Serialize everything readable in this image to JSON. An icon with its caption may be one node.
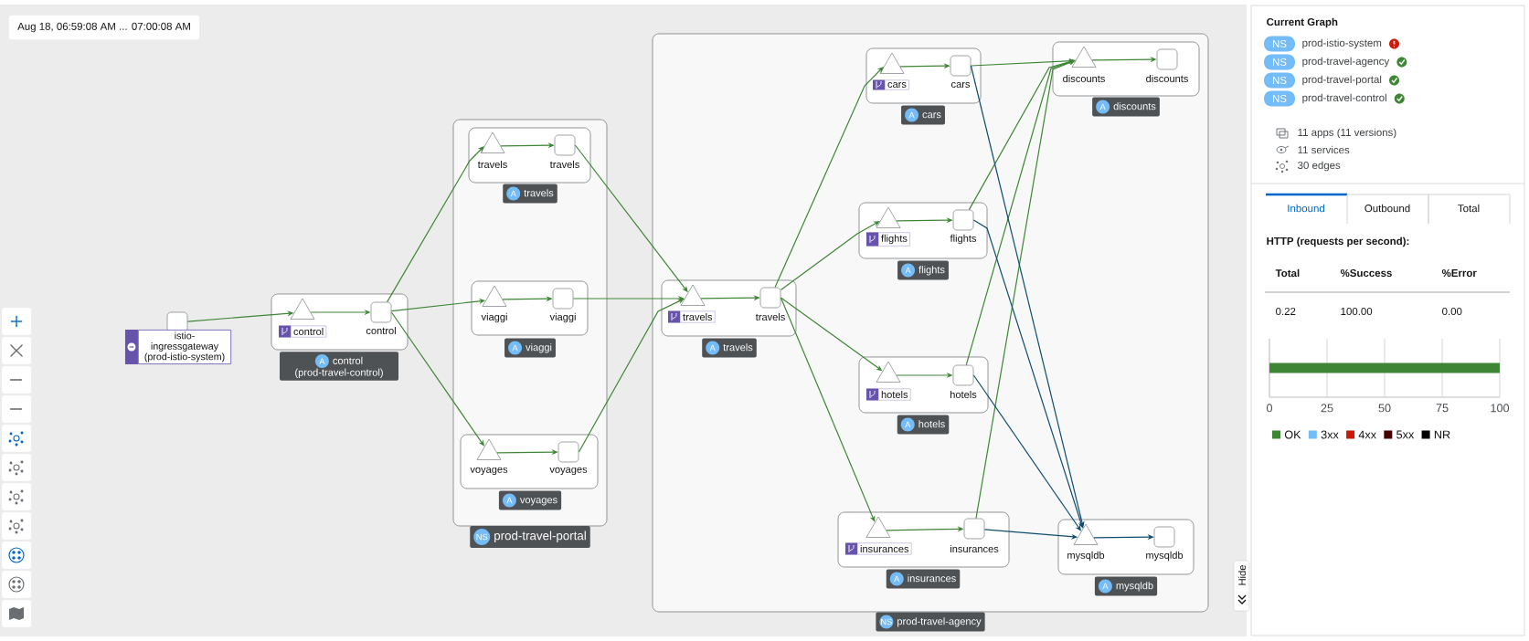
{
  "diagram": {
    "nodes": [
      {
        "text": [
          "istio-ingressgateway (prod-istio-system)"
        ]
      },
      {
        "text": [
          "A",
          "control (prod-travel-control)"
        ]
      },
      {
        "text": [
          "control"
        ],
        "in": 1
      },
      {
        "text": [
          "control"
        ],
        "in": 1
      },
      {
        "text": [
          "NS",
          "prod-travel-portal"
        ]
      },
      {
        "text": [
          "A",
          "travels"
        ],
        "in": 4
      },
      {
        "text": [
          "travels"
        ],
        "in": 5
      },
      {
        "text": [
          "travels"
        ],
        "in": 5
      },
      {
        "text": [
          "A",
          "viaggi"
        ],
        "in": 4
      },
      {
        "text": [
          "viaggi"
        ],
        "in": 8
      },
      {
        "text": [
          "viaggi"
        ],
        "in": 8
      },
      {
        "text": [
          "A",
          "voyages"
        ],
        "in": 4
      },
      {
        "text": [
          "voyages"
        ],
        "in": 11
      },
      {
        "text": [
          "voyages"
        ],
        "in": 11
      },
      {
        "text": [
          "NS",
          "prod-travel-agency"
        ]
      },
      {
        "text": [
          "A",
          "travels"
        ],
        "in": 14
      },
      {
        "text": [
          "travels"
        ],
        "in": 15
      },
      {
        "text": [
          "travels"
        ],
        "in": 15
      },
      {
        "text": [
          "A",
          "cars"
        ],
        "in": 14
      },
      {
        "text": [
          "cars"
        ],
        "in": 18
      },
      {
        "text": [
          "cars"
        ],
        "in": 18
      },
      {
        "text": [
          "A",
          "discounts"
        ],
        "in": 14
      },
      {
        "text": [
          "discounts"
        ],
        "in": 21
      },
      {
        "text": [
          "discounts"
        ],
        "in": 21
      },
      {
        "text": [
          "A",
          "flights"
        ],
        "in": 14
      },
      {
        "text": [
          "flights"
        ],
        "in": 24
      },
      {
        "text": [
          "flights"
        ],
        "in": 24
      },
      {
        "text": [
          "A",
          "hotels"
        ],
        "in": 14
      },
      {
        "text": [
          "hotels"
        ],
        "in": 27
      },
      {
        "text": [
          "hotels"
        ],
        "in": 27
      },
      {
        "text": [
          "A",
          "insurances"
        ],
        "in": 14
      },
      {
        "text": [
          "insurances"
        ],
        "in": 30
      },
      {
        "text": [
          "insurances"
        ],
        "in": 30
      },
      {
        "text": [
          "A",
          "mysqldb"
        ],
        "in": 14
      },
      {
        "text": [
          "mysqldb"
        ],
        "in": 33
      },
      {
        "text": [
          "mysqldb"
        ],
        "in": 33
      }
    ],
    "edges": [
      {
        "from": 0,
        "to": 2,
        "arrow": "to"
      },
      {
        "from": 2,
        "to": 3,
        "arrow": "to"
      },
      {
        "from": 3,
        "to": 6,
        "arrow": "to"
      },
      {
        "from": 3,
        "to": 9,
        "arrow": "to"
      },
      {
        "from": 3,
        "to": 12,
        "arrow": "to"
      },
      {
        "from": 6,
        "to": 7,
        "arrow": "to"
      },
      {
        "from": 9,
        "to": 10,
        "arrow": "to"
      },
      {
        "from": 12,
        "to": 13,
        "arrow": "to"
      },
      {
        "from": 7,
        "to": 16,
        "arrow": "to"
      },
      {
        "from": 10,
        "to": 16,
        "arrow": "to"
      },
      {
        "from": 13,
        "to": 16,
        "arrow": "to"
      },
      {
        "from": 16,
        "to": 17,
        "arrow": "to"
      },
      {
        "from": 17,
        "to": 19,
        "arrow": "to"
      },
      {
        "from": 17,
        "to": 25,
        "arrow": "to"
      },
      {
        "from": 17,
        "to": 28,
        "arrow": "to"
      },
      {
        "from": 17,
        "to": 31,
        "arrow": "to"
      },
      {
        "from": 19,
        "to": 20,
        "arrow": "to"
      },
      {
        "from": 25,
        "to": 26,
        "arrow": "to"
      },
      {
        "from": 28,
        "to": 29,
        "arrow": "to"
      },
      {
        "from": 31,
        "to": 32,
        "arrow": "to"
      },
      {
        "from": 20,
        "to": 22,
        "arrow": "to"
      },
      {
        "from": 26,
        "to": 22,
        "arrow": "to"
      },
      {
        "from": 29,
        "to": 22,
        "arrow": "to"
      },
      {
        "from": 32,
        "to": 22,
        "arrow": "to"
      },
      {
        "from": 22,
        "to": 23,
        "arrow": "to"
      },
      {
        "from": 20,
        "to": 34,
        "arrow": "to",
        "color": "#0e4d6e"
      },
      {
        "from": 26,
        "to": 34,
        "arrow": "to",
        "color": "#0e4d6e"
      },
      {
        "from": 29,
        "to": 34,
        "arrow": "to",
        "color": "#0e4d6e"
      },
      {
        "from": 32,
        "to": 34,
        "arrow": "to",
        "color": "#0e4d6e"
      },
      {
        "from": 34,
        "to": 35,
        "arrow": "to",
        "color": "#0e4d6e"
      }
    ],
    "labels": [
      "Aug 18, 06:59:08 AM ... 07:00:08 AM",
      "Current Graph",
      "NS",
      "prod-istio-system",
      "NS",
      "prod-travel-agency",
      "NS",
      "prod-travel-portal",
      "NS",
      "prod-travel-control",
      "11 apps (11 versions)",
      "11 services",
      "30 edges",
      "Inbound",
      "Outbound",
      "Total",
      "HTTP (requests per second):",
      "Total",
      "%Success",
      "%Error",
      "0.22",
      "100.00",
      "0.00",
      "Hide"
    ],
    "legend": [
      {
        "text": "OK",
        "color": "#3e8635"
      },
      {
        "text": "3xx",
        "color": "#73bcf7"
      },
      {
        "text": "4xx",
        "color": "#c9190b"
      },
      {
        "text": "5xx",
        "color": "#470000"
      },
      {
        "text": "NR",
        "color": "#000000"
      }
    ],
    "chart_data": {
      "type": "bar",
      "orientation": "horizontal",
      "categories": [
        null
      ],
      "series": [
        {
          "color": "#3e8635",
          "values": [
            100
          ]
        }
      ],
      "xlim": [
        0,
        100
      ],
      "xticks": [
        0,
        25,
        50,
        75,
        100
      ],
      "grid": true
    }
  }
}
